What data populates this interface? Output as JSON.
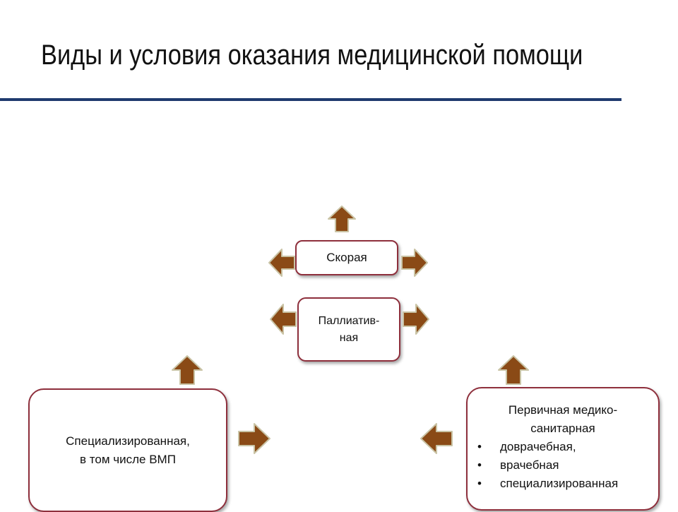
{
  "title": "Виды и условия оказания медицинской помощи",
  "boxes": {
    "skoraya": "Скорая",
    "palliative_line1": "Паллиатив-",
    "palliative_line2": "ная",
    "specialized_line1": "Специализированная,",
    "specialized_line2": "в том числе ВМП",
    "primary": {
      "title_line1": "Первичная медико-",
      "title_line2": "санитарная",
      "items": [
        "доврачебная,",
        "врачебная",
        "специализированная"
      ]
    }
  },
  "colors": {
    "arrow_fill": "#8a4a16",
    "arrow_stroke": "#c9c3a5",
    "box_border": "#8e2f3c",
    "title_rule": "#1f3a6e"
  }
}
